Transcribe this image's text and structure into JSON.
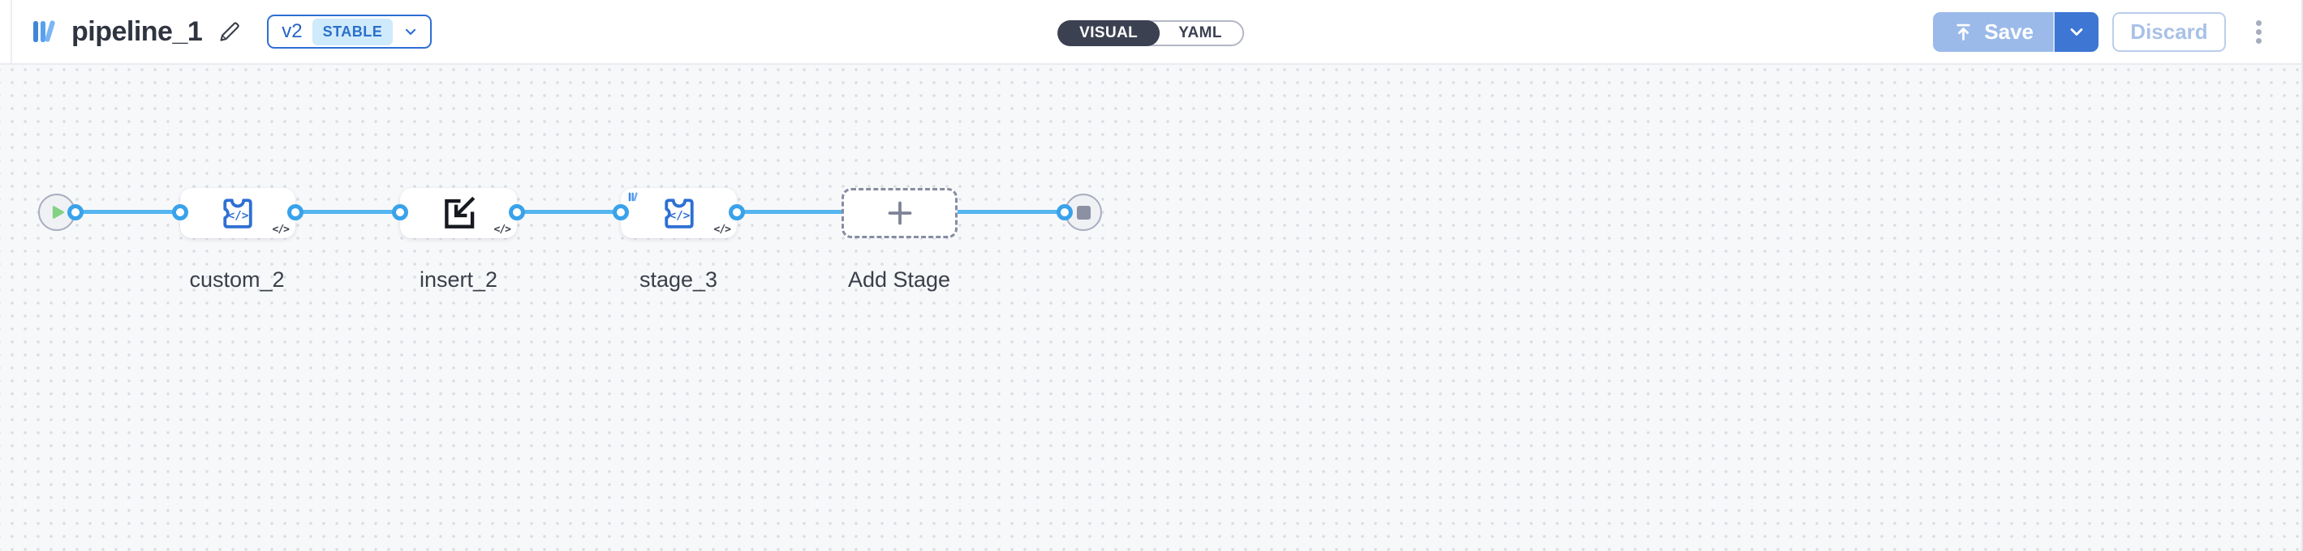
{
  "header": {
    "title": "pipeline_1",
    "version": {
      "label": "v2",
      "status": "STABLE"
    },
    "view_toggle": {
      "visual_label": "VISUAL",
      "yaml_label": "YAML",
      "active": "VISUAL"
    },
    "actions": {
      "save_label": "Save",
      "discard_label": "Discard"
    }
  },
  "canvas": {
    "code_badge": "</>",
    "code_glyph": "</>",
    "nodes": [
      {
        "id": "start",
        "type": "start-playback"
      },
      {
        "id": "custom_2",
        "label": "custom_2",
        "type": "custom-code-function"
      },
      {
        "id": "insert_2",
        "label": "insert_2",
        "type": "insert-function"
      },
      {
        "id": "stage_3",
        "label": "stage_3",
        "type": "custom-code-function",
        "has_input_marker": true
      },
      {
        "id": "add_stage",
        "label": "Add Stage",
        "type": "add-stage-placeholder"
      },
      {
        "id": "end",
        "type": "end-stop"
      }
    ]
  },
  "colors": {
    "accent_blue": "#2e6fd4",
    "edge_blue": "#54b5f0",
    "port_blue": "#39a2ea",
    "save_disabled_blue": "#9bbae9",
    "save_caret_blue": "#3d76d3",
    "toggle_dark": "#3b4150",
    "canvas_bg": "#f7f8fa",
    "play_green": "#84d184",
    "stop_gray": "#8b90a3"
  }
}
